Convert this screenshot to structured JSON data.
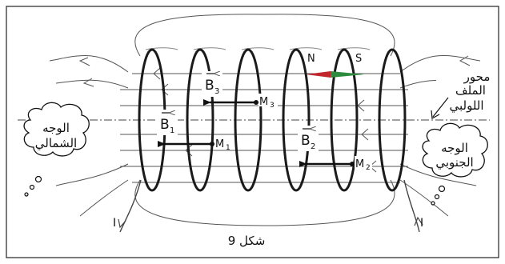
{
  "figure": {
    "caption": "شكل 9",
    "colors": {
      "ink": "#111111",
      "coil": "#1a1a1a",
      "field": "#444444",
      "needle_n": "#c0262b",
      "needle_s": "#2e8b3e"
    },
    "needle": {
      "north_label": "N",
      "south_label": "S"
    },
    "vectors": [
      {
        "id": "B3",
        "letter": "B",
        "sub": "3",
        "point": "M",
        "point_sub": "3"
      },
      {
        "id": "B1",
        "letter": "B",
        "sub": "1",
        "point": "M",
        "point_sub": "1"
      },
      {
        "id": "B2",
        "letter": "B",
        "sub": "2",
        "point": "M",
        "point_sub": "2"
      }
    ],
    "current_label": "I",
    "axis_label_lines": [
      "محور",
      "الملف",
      "اللولبي"
    ],
    "face_north_lines": [
      "الوجه",
      "الشمالي"
    ],
    "face_south_lines": [
      "الوجه",
      "الجنوبي"
    ]
  }
}
